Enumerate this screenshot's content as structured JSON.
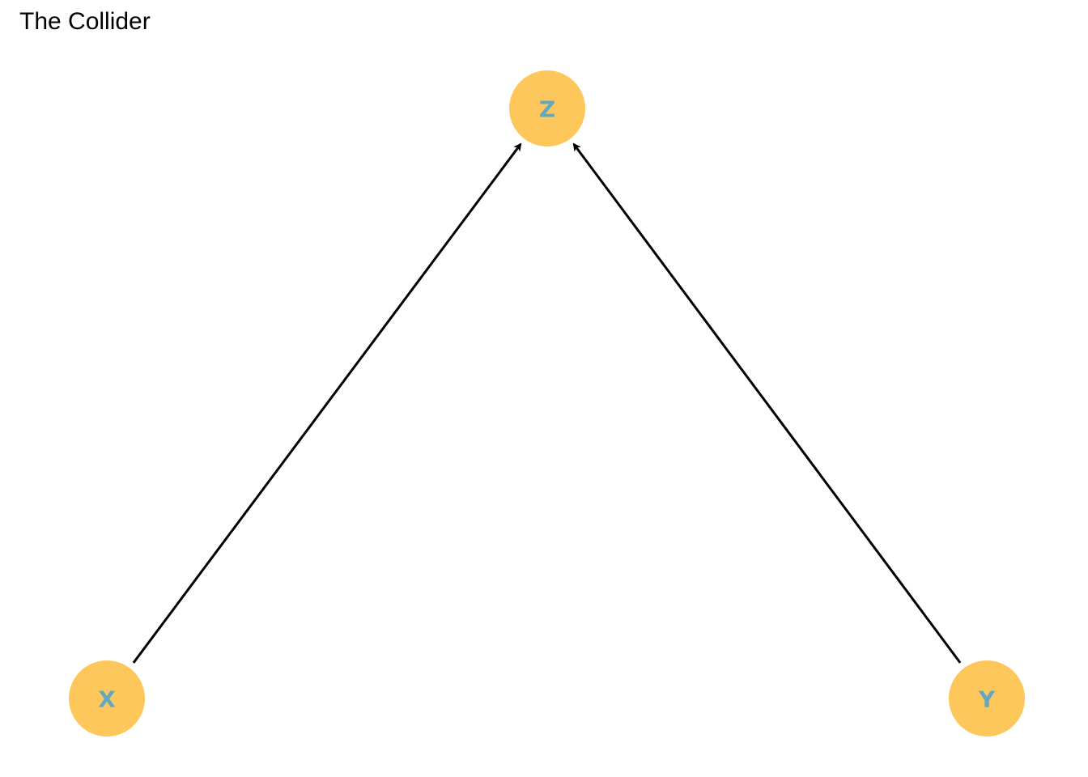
{
  "title": "The Collider",
  "colors": {
    "node_fill": "#FDC75C",
    "node_label": "#62A8C0",
    "edge": "#000000",
    "background": "#FFFFFF"
  },
  "nodes": [
    {
      "id": "X",
      "label": "X"
    },
    {
      "id": "Z",
      "label": "Z"
    },
    {
      "id": "Y",
      "label": "Y"
    }
  ],
  "edges": [
    {
      "from": "X",
      "to": "Z"
    },
    {
      "from": "Y",
      "to": "Z"
    }
  ]
}
